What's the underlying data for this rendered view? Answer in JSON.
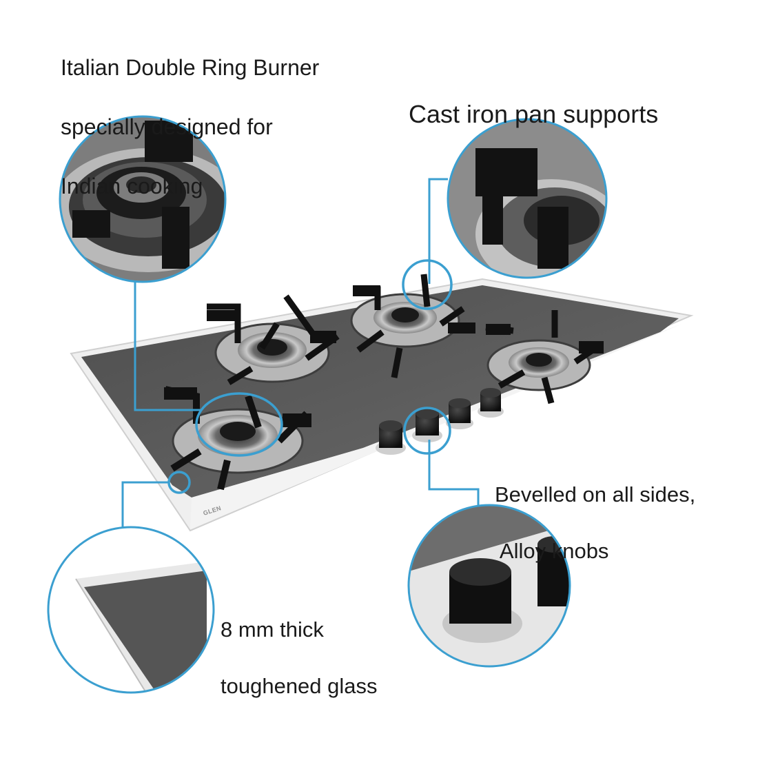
{
  "features": {
    "burner": {
      "lines": [
        "Italian Double Ring Burner",
        "specially designed for",
        "Indian cooking"
      ],
      "icon": "burner-closeup"
    },
    "pan_supports": {
      "lines": [
        "Cast iron pan supports"
      ],
      "icon": "pan-support-closeup"
    },
    "knobs": {
      "lines": [
        "Bevelled on all sides,",
        " Alloy knobs"
      ],
      "icon": "knob-closeup"
    },
    "glass": {
      "lines": [
        "8 mm thick",
        "toughened glass"
      ],
      "icon": "glass-edge-closeup"
    }
  },
  "product": {
    "brand": "GLEN",
    "burner_count": 4,
    "knob_count": 4
  },
  "colors": {
    "callout_line": "#3b9fd0",
    "glass_top": "#5a5a5a",
    "glass_frame": "#f0f0f0",
    "text": "#1a1a1a"
  }
}
